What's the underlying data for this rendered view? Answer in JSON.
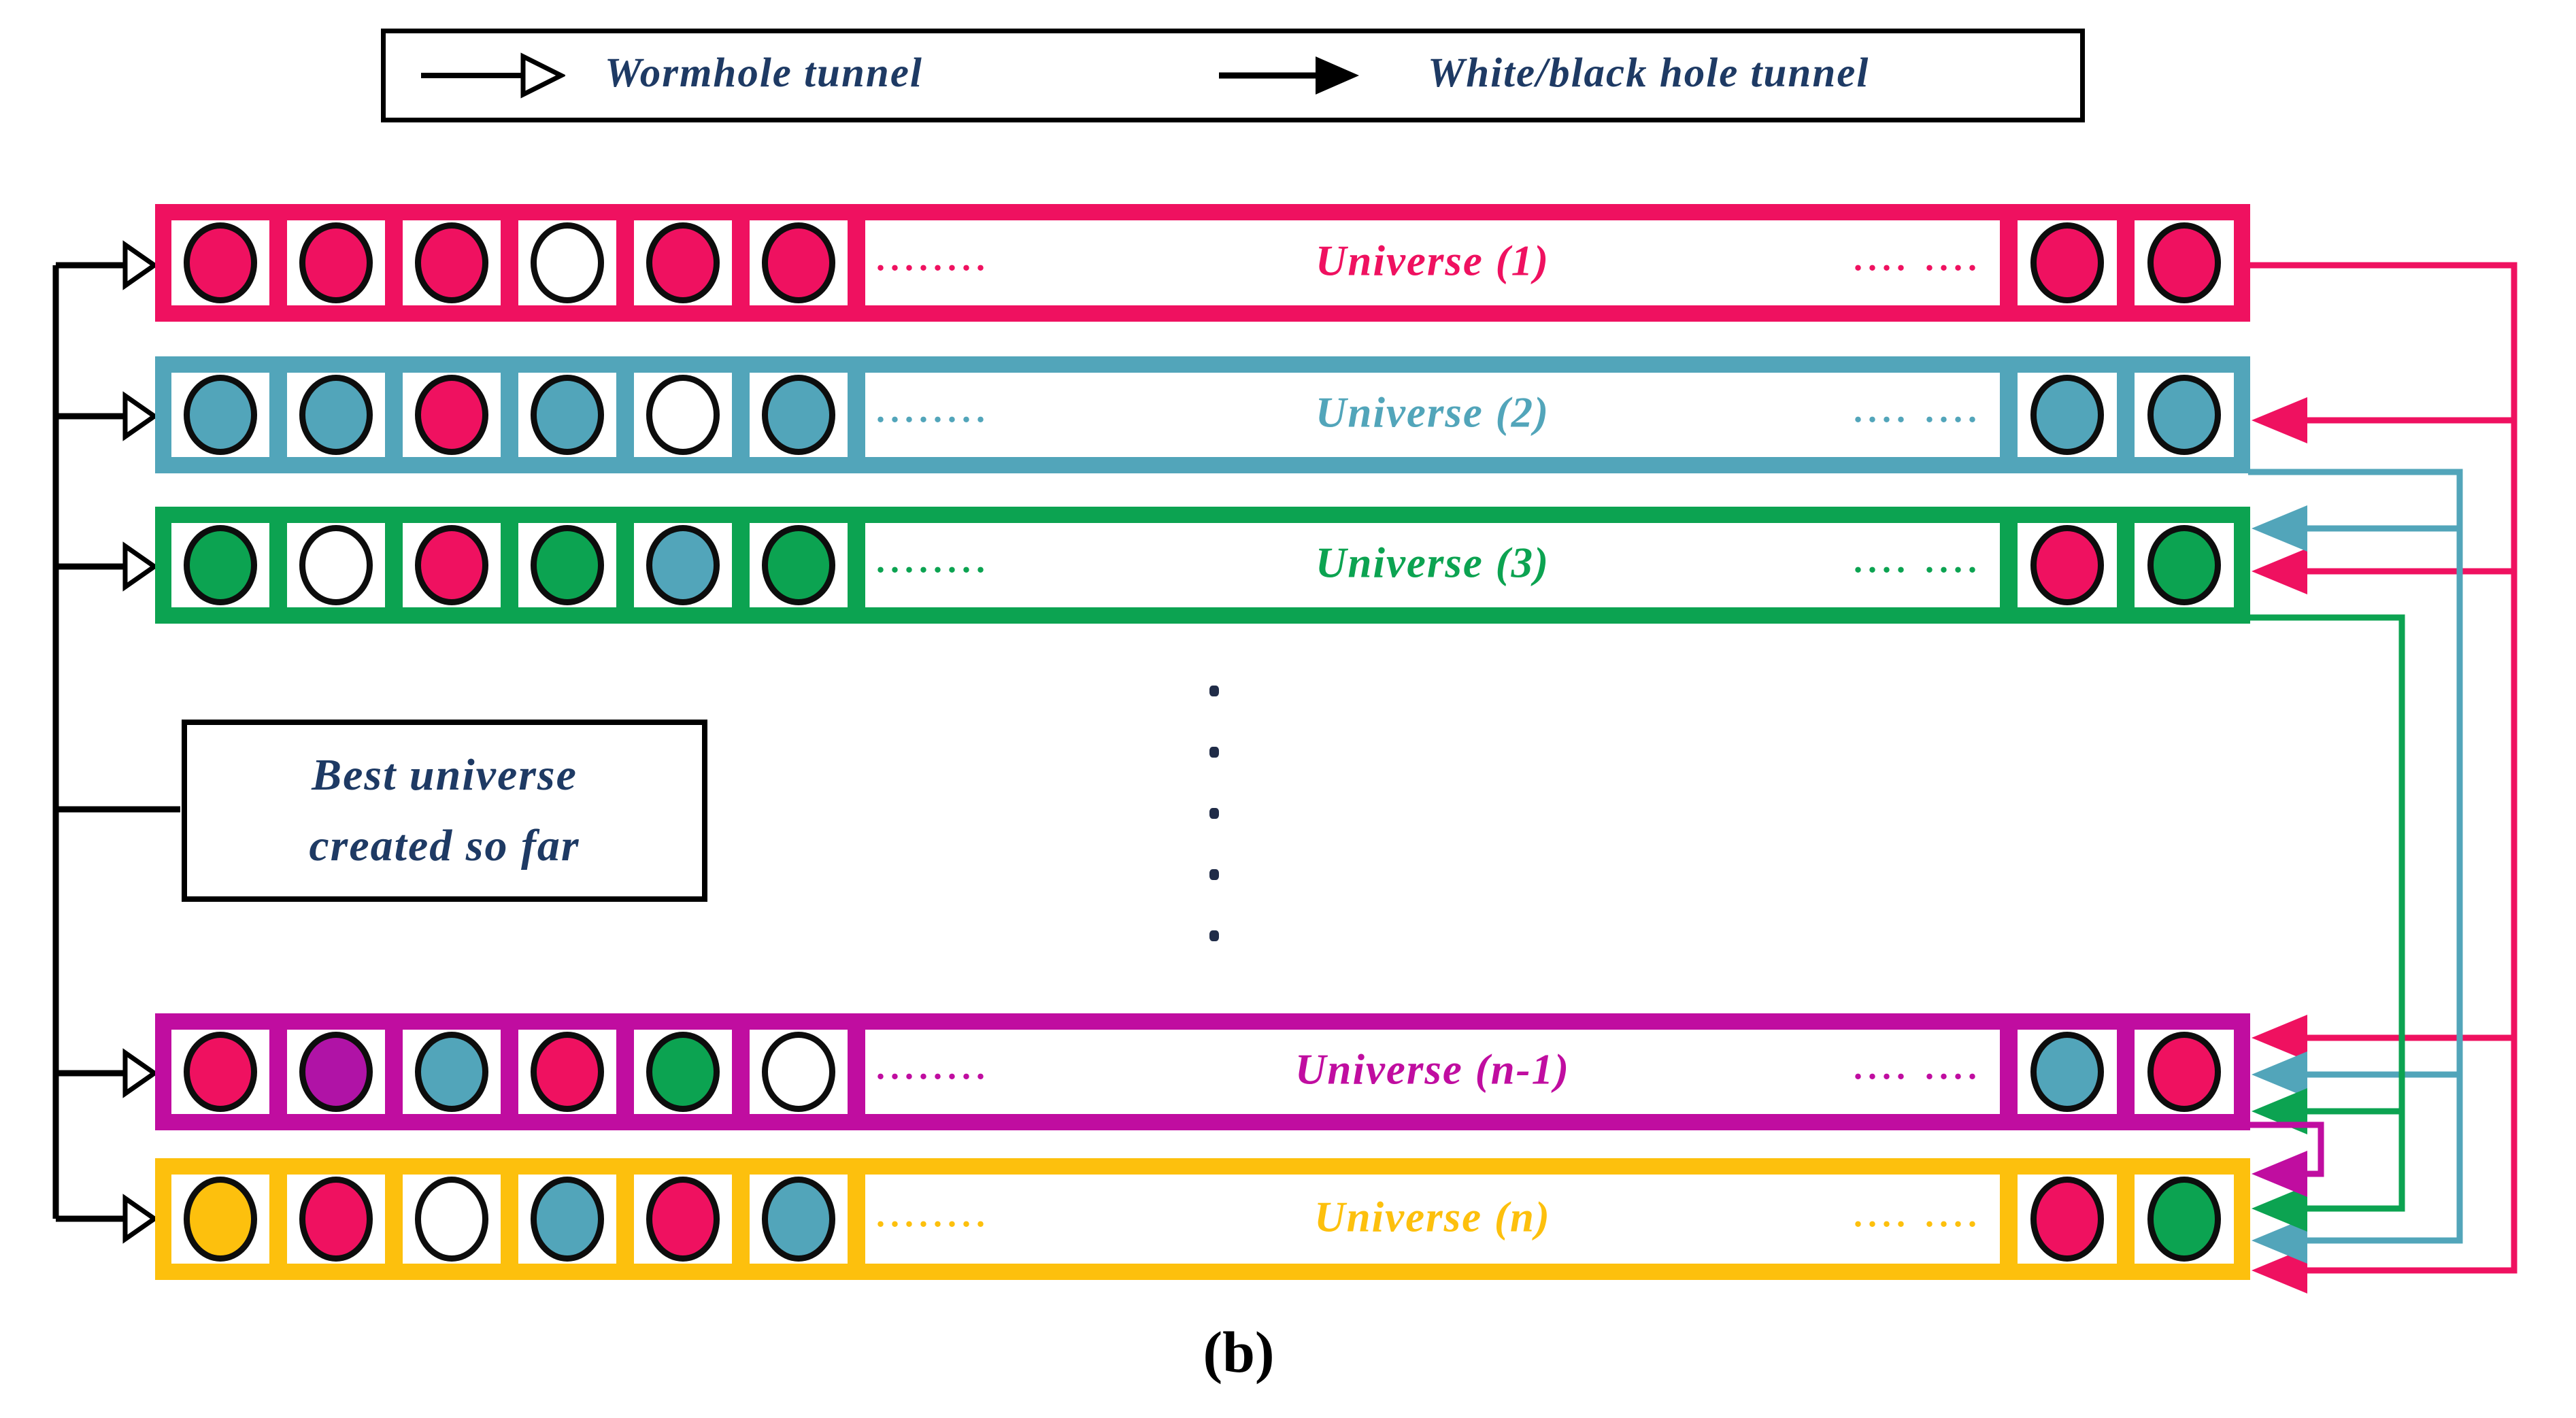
{
  "palette": {
    "pink": "#EF1160",
    "teal": "#52A5BA",
    "green": "#0CA351",
    "magenta": "#C00DA0",
    "gold": "#FDC00D",
    "purple": "#B013A6",
    "white": "#FFFFFF",
    "navy": "#1E3A64",
    "black": "#000000"
  },
  "legend": {
    "wormhole_label": "Wormhole tunnel",
    "blackhole_label": "White/black hole tunnel"
  },
  "best_box": {
    "line1": "Best universe",
    "line2": "created so far"
  },
  "caption": "(b)",
  "vertical_ellipsis": [
    ".",
    ".",
    ".",
    ".",
    "."
  ],
  "universes": [
    {
      "label": "Universe (1)",
      "color": "pink",
      "left_dots": "........",
      "right_dots": ".... ....",
      "left_cells": [
        "pink",
        "pink",
        "pink",
        "white",
        "pink",
        "pink"
      ],
      "right_cells": [
        "pink",
        "pink"
      ]
    },
    {
      "label": "Universe (2)",
      "color": "teal",
      "left_dots": "........",
      "right_dots": ".... ....",
      "left_cells": [
        "teal",
        "teal",
        "pink",
        "teal",
        "white",
        "teal"
      ],
      "right_cells": [
        "teal",
        "teal"
      ]
    },
    {
      "label": "Universe (3)",
      "color": "green",
      "left_dots": "........",
      "right_dots": ".... ....",
      "left_cells": [
        "green",
        "white",
        "pink",
        "green",
        "teal",
        "green"
      ],
      "right_cells": [
        "pink",
        "green"
      ]
    },
    {
      "label": "Universe (n-1)",
      "color": "magenta",
      "left_dots": "........",
      "right_dots": ".... ....",
      "left_cells": [
        "pink",
        "purple",
        "teal",
        "pink",
        "green",
        "white"
      ],
      "right_cells": [
        "teal",
        "pink"
      ]
    },
    {
      "label": "Universe (n)",
      "color": "gold",
      "left_dots": "........",
      "right_dots": ".... ....",
      "left_cells": [
        "gold",
        "pink",
        "white",
        "teal",
        "pink",
        "teal"
      ],
      "right_cells": [
        "pink",
        "green"
      ]
    }
  ]
}
